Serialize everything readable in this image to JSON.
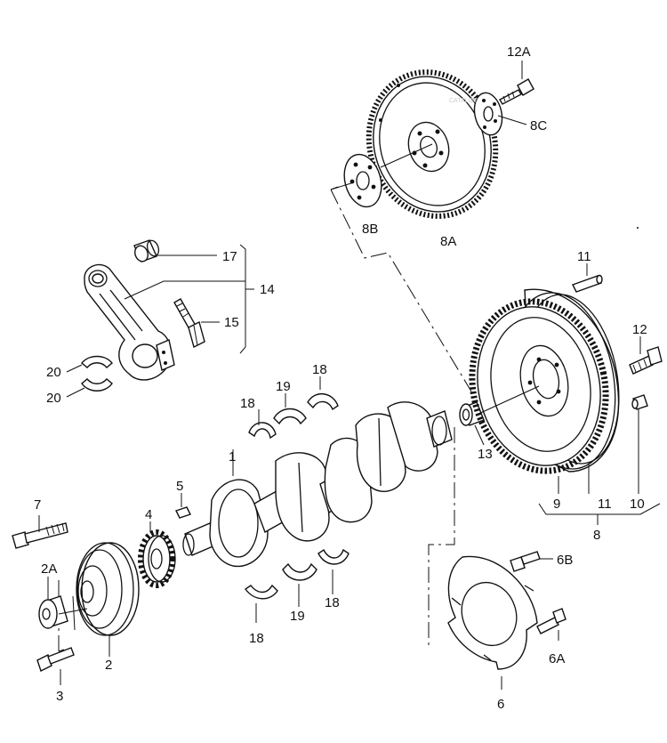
{
  "watermark": "CATALOG",
  "labels": {
    "l12A": "12A",
    "l8C": "8C",
    "l8B": "8B",
    "l8A": "8A",
    "l17": "17",
    "l14": "14",
    "l15": "15",
    "l11a": "11",
    "l12": "12",
    "l20a": "20",
    "l20b": "20",
    "l18a": "18",
    "l19a": "19",
    "l18b": "18",
    "l1": "1",
    "l13": "13",
    "l5": "5",
    "l7": "7",
    "l4": "4",
    "l9": "9",
    "l11b": "11",
    "l10": "10",
    "l8": "8",
    "l2A": "2A",
    "l6B": "6B",
    "l19b": "19",
    "l18c": "18",
    "l18d": "18",
    "l2": "2",
    "l6A": "6A",
    "l3": "3",
    "l6": "6"
  }
}
